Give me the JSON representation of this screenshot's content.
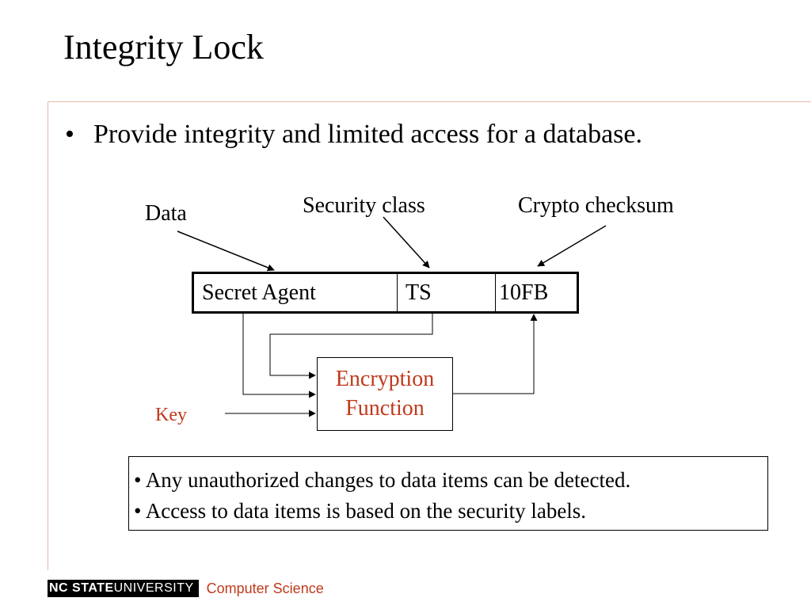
{
  "slide": {
    "title": "Integrity Lock",
    "bullet": "Provide integrity and limited access for a database."
  },
  "diagram": {
    "labels": {
      "data": "Data",
      "security_class": "Security class",
      "crypto_checksum": "Crypto checksum",
      "key": "Key"
    },
    "record": {
      "data_value": "Secret Agent",
      "class_value": "TS",
      "checksum_value": "10FB"
    },
    "encryption_box": {
      "line1": "Encryption",
      "line2": "Function"
    }
  },
  "notes": [
    "• Any unauthorized changes to data items can be detected.",
    "• Access to data items is based on the security labels."
  ],
  "footer": {
    "bold_part": "NC STATE",
    "normal_part": " UNIVERSITY",
    "department": "Computer Science"
  },
  "colors": {
    "accent": "#c0391b",
    "rule": "#e8b8a8"
  }
}
